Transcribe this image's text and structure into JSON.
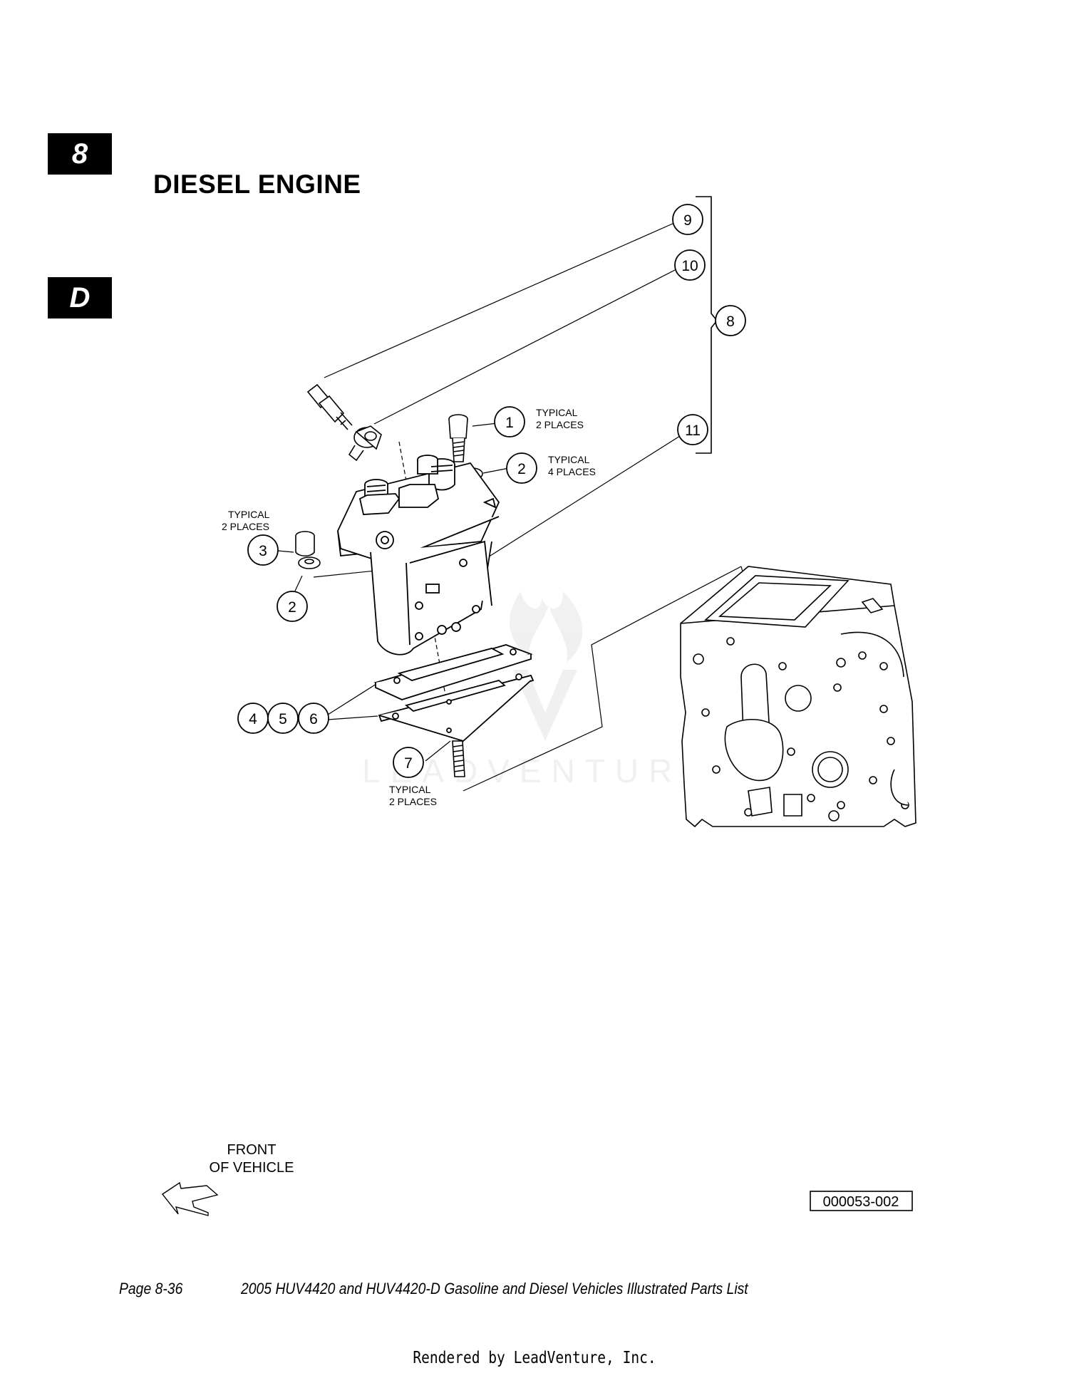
{
  "section_tab": "8",
  "subsection_tab": "D",
  "title": "DIESEL ENGINE",
  "callouts": {
    "c1": "1",
    "c2a": "2",
    "c2b": "2",
    "c3": "3",
    "c4": "4",
    "c5": "5",
    "c6": "6",
    "c7": "7",
    "c8": "8",
    "c9": "9",
    "c10": "10",
    "c11": "11"
  },
  "notes": {
    "typical_2_line1": "TYPICAL",
    "typical_2_line2": "2 PLACES",
    "typical_4_line1": "TYPICAL",
    "typical_4_line2": "4 PLACES"
  },
  "front_label_line1": "FRONT",
  "front_label_line2": "OF VEHICLE",
  "drawing_number": "000053-002",
  "watermark": "LEADVENTURE",
  "footer": {
    "page": "Page 8-36",
    "doc_title": "2005 HUV4420 and HUV4420-D Gasoline and Diesel Vehicles Illustrated Parts List"
  },
  "rendered_by": "Rendered by LeadVenture, Inc."
}
